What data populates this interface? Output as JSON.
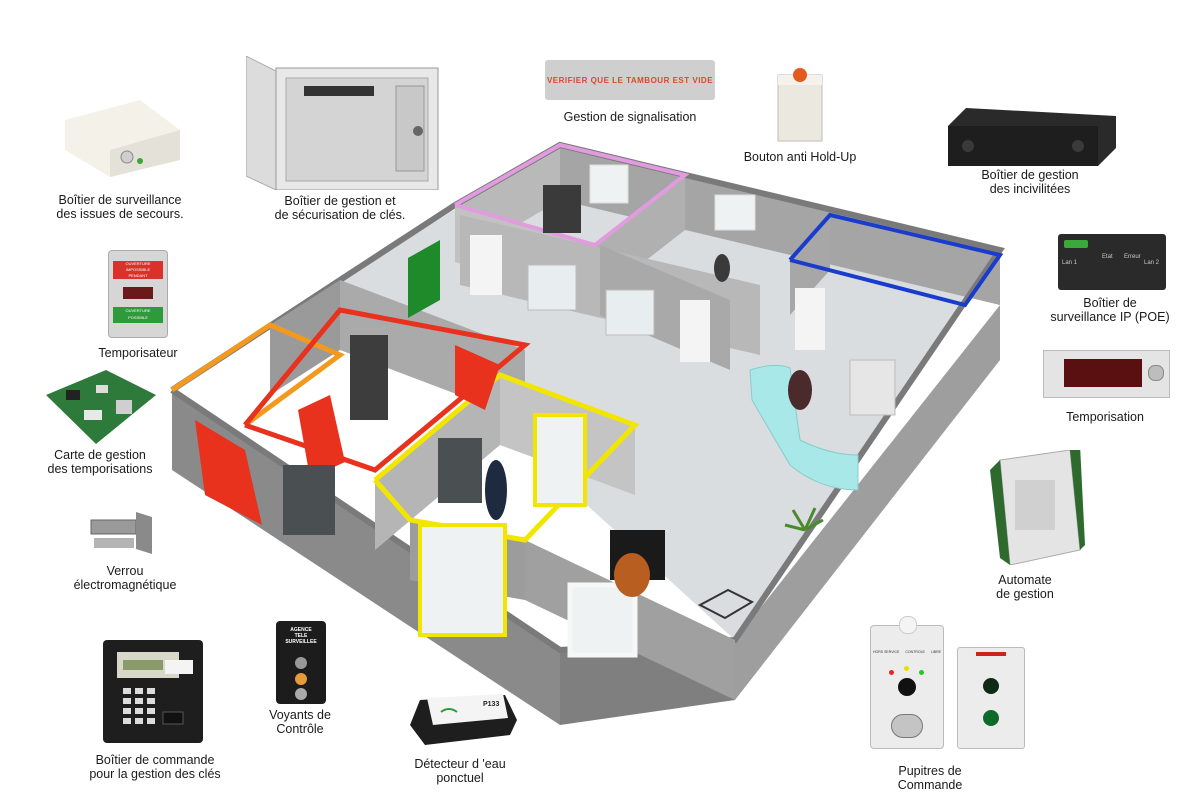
{
  "devices": {
    "emergency_exit": {
      "lines": [
        "Boîtier de surveillance",
        "des issues de secours."
      ]
    },
    "key_management": {
      "lines": [
        "Boîtier de gestion et",
        "de sécurisation de clés."
      ]
    },
    "signaling": {
      "lines": [
        "Gestion de signalisation"
      ],
      "sign_text": "VERIFIER QUE LE TAMBOUR EST VIDE"
    },
    "hold_up": {
      "lines": [
        "Bouton anti Hold-Up"
      ]
    },
    "incivility": {
      "lines": [
        "Boîtier de gestion",
        "des incivilitées"
      ]
    },
    "ip_monitor": {
      "lines": [
        "Boîtier de",
        "surveillance IP (POE)"
      ],
      "screen": [
        "Lan 1",
        "Etat",
        "Erreur",
        "Lan 2"
      ]
    },
    "timer_box": {
      "lines": [
        "Temporisateur"
      ],
      "top_text": [
        "OUVERTURE",
        "IMPOSSIBLE",
        "PENDANT"
      ],
      "bottom_text": [
        "OUVERTURE",
        "POSSIBLE"
      ]
    },
    "temporisation": {
      "lines": [
        "Temporisation"
      ]
    },
    "timer_board": {
      "lines": [
        "Carte de gestion",
        "des temporisations"
      ]
    },
    "plc": {
      "lines": [
        "Automate",
        "de gestion"
      ]
    },
    "em_lock": {
      "lines": [
        "Verrou",
        "électromagnétique"
      ]
    },
    "indicators": {
      "lines": [
        "Voyants de",
        "Contrôle"
      ],
      "plate_text": [
        "AGENCE",
        "TELE",
        "SURVEILLEE"
      ]
    },
    "command_box": {
      "lines": [
        "Boîtier de commande",
        "pour la gestion des clés"
      ]
    },
    "water_detector": {
      "lines": [
        "Détecteur d 'eau",
        "ponctuel"
      ],
      "code": "P133"
    },
    "desks": {
      "lines": [
        "Pupitres de",
        "Commande"
      ],
      "panel_labels": [
        "HORS SERVICE",
        "CONTROLE",
        "LIBRE"
      ]
    }
  },
  "colors": {
    "wall_top": "#a8a8a8",
    "wall_side": "#8c8c8c",
    "floor": "#d9dde0",
    "orange": "#f39a1e",
    "red": "#e8321e",
    "yellow": "#f2e600",
    "pink": "#e39be0",
    "blue": "#1a3ccc",
    "green_door": "#1e8a2a",
    "reception": "#a8e8e8"
  }
}
